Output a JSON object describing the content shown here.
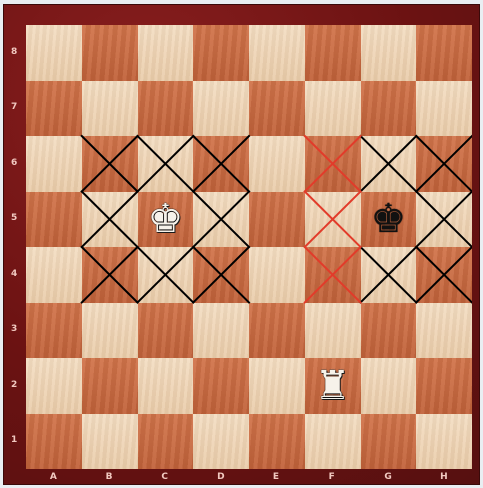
{
  "board": {
    "ranks": [
      "8",
      "7",
      "6",
      "5",
      "4",
      "3",
      "2",
      "1"
    ],
    "files": [
      "A",
      "B",
      "C",
      "D",
      "E",
      "F",
      "G",
      "H"
    ],
    "light_color": "#f3dcc0",
    "dark_color": "#c96a40",
    "frame_color": "#6b1212"
  },
  "pieces": [
    {
      "name": "white-king",
      "square": "c5",
      "glyph": "♚",
      "side": "white"
    },
    {
      "name": "black-king",
      "square": "g5",
      "glyph": "♚",
      "side": "black"
    },
    {
      "name": "white-rook",
      "square": "f2",
      "glyph": "♜",
      "side": "white"
    }
  ],
  "marks": {
    "white_king_zone": {
      "squares": [
        "b6",
        "c6",
        "d6",
        "b5",
        "d5",
        "b4",
        "c4",
        "d4"
      ],
      "color": "#000000"
    },
    "black_king_zone": {
      "squares": [
        "g6",
        "h6",
        "g4",
        "h4",
        "h5"
      ],
      "color": "#000000"
    },
    "blocked_by_rook": {
      "squares": [
        "f6",
        "f5",
        "f4"
      ],
      "color": "#e23b2a"
    }
  }
}
